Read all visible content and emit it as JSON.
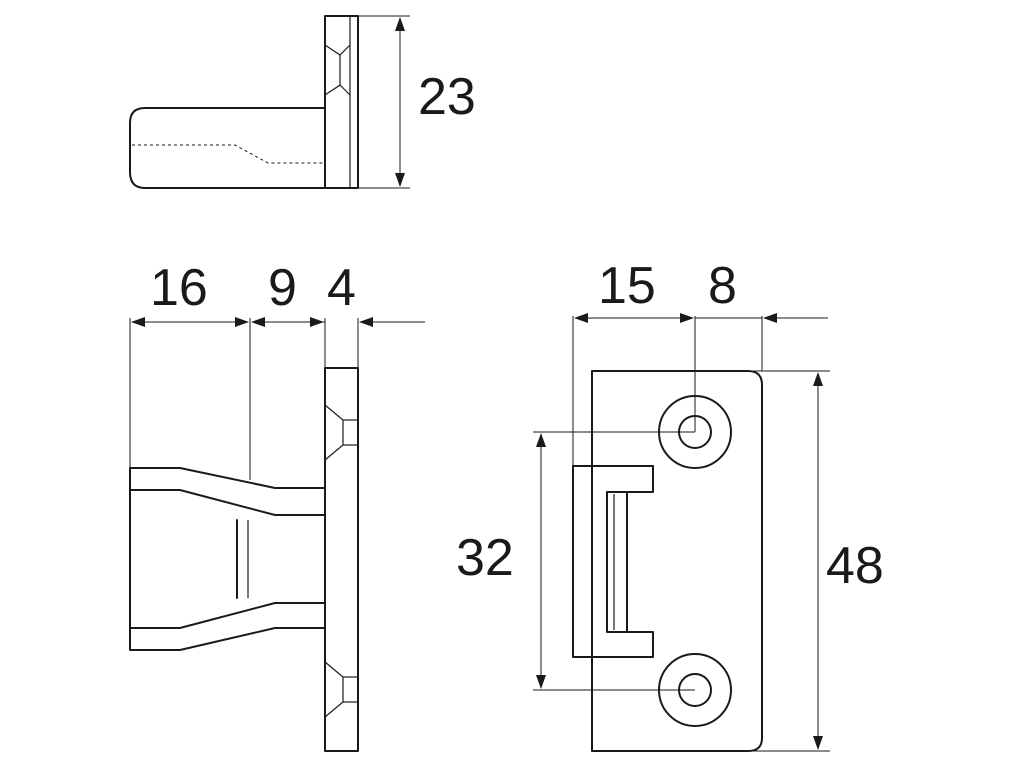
{
  "dimensions": {
    "top_height": "23",
    "side_16": "16",
    "side_9": "9",
    "side_4": "4",
    "front_15": "15",
    "front_8": "8",
    "hole_spacing": "32",
    "front_height": "48"
  },
  "colors": {
    "line": "#1a1a1a",
    "background": "#ffffff"
  }
}
